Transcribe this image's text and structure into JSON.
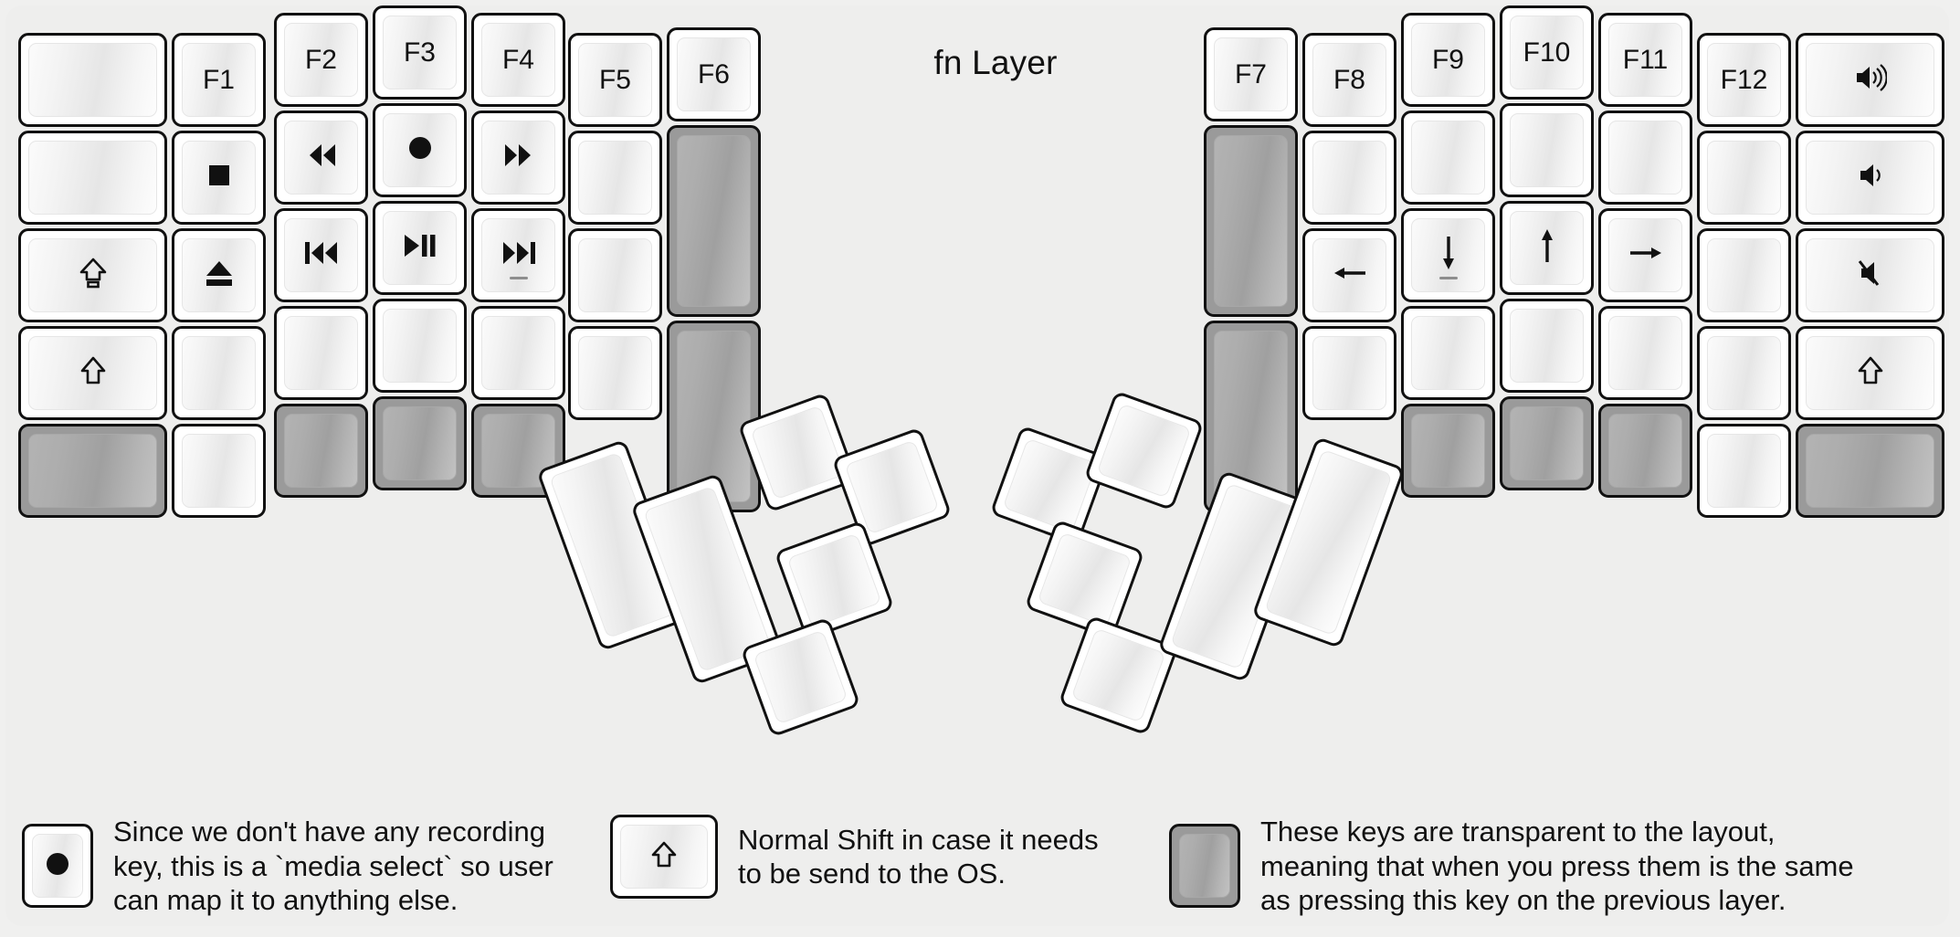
{
  "page": {
    "title": "fn Layer",
    "background_color": "#efefee",
    "key_fill_color": "#ffffff",
    "transparent_key_color": "#9a9a9a",
    "outline_color": "#111111"
  },
  "left_half": {
    "columns": [
      {
        "name": "pinky-outer-column",
        "keys": [
          {
            "label": "",
            "icon": "",
            "type": "normal",
            "size": "1.5u"
          },
          {
            "label": "",
            "icon": "",
            "type": "normal",
            "size": "1.5u"
          },
          {
            "label": "",
            "icon": "caps-lock-icon",
            "type": "normal",
            "size": "1.5u"
          },
          {
            "label": "",
            "icon": "shift-icon",
            "type": "normal",
            "size": "1.5u"
          },
          {
            "label": "",
            "icon": "",
            "type": "transparent",
            "size": "1u"
          }
        ]
      },
      {
        "name": "pinky-column",
        "keys": [
          {
            "label": "F1",
            "icon": "",
            "type": "normal"
          },
          {
            "label": "",
            "icon": "media-stop-icon",
            "type": "normal"
          },
          {
            "label": "",
            "icon": "media-eject-icon",
            "type": "normal"
          },
          {
            "label": "",
            "icon": "",
            "type": "normal"
          },
          {
            "label": "",
            "icon": "",
            "type": "normal"
          }
        ]
      },
      {
        "name": "ring-column",
        "keys": [
          {
            "label": "F2",
            "icon": "",
            "type": "normal"
          },
          {
            "label": "",
            "icon": "media-rewind-icon",
            "type": "normal"
          },
          {
            "label": "",
            "icon": "media-prev-track-icon",
            "type": "normal"
          },
          {
            "label": "",
            "icon": "",
            "type": "normal"
          },
          {
            "label": "",
            "icon": "",
            "type": "transparent"
          }
        ]
      },
      {
        "name": "middle-column",
        "keys": [
          {
            "label": "F3",
            "icon": "",
            "type": "normal"
          },
          {
            "label": "",
            "icon": "media-record-icon",
            "type": "normal"
          },
          {
            "label": "",
            "icon": "media-play-pause-icon",
            "type": "normal"
          },
          {
            "label": "",
            "icon": "",
            "type": "normal"
          },
          {
            "label": "",
            "icon": "",
            "type": "transparent"
          }
        ]
      },
      {
        "name": "index-column",
        "keys": [
          {
            "label": "F4",
            "icon": "",
            "type": "normal"
          },
          {
            "label": "",
            "icon": "media-fast-forward-icon",
            "type": "normal"
          },
          {
            "label": "",
            "icon": "media-next-track-icon",
            "type": "normal",
            "homing": true
          },
          {
            "label": "",
            "icon": "",
            "type": "normal"
          },
          {
            "label": "",
            "icon": "",
            "type": "transparent"
          }
        ]
      },
      {
        "name": "inner-index-column",
        "keys": [
          {
            "label": "F5",
            "icon": "",
            "type": "normal"
          },
          {
            "label": "",
            "icon": "",
            "type": "normal"
          },
          {
            "label": "",
            "icon": "",
            "type": "normal"
          },
          {
            "label": "",
            "icon": "",
            "type": "normal"
          }
        ]
      },
      {
        "name": "inner-column",
        "keys": [
          {
            "label": "F6",
            "icon": "",
            "type": "normal"
          },
          {
            "label": "",
            "icon": "",
            "type": "transparent",
            "size": "2u"
          },
          {
            "label": "",
            "icon": "",
            "type": "transparent",
            "size": "2u"
          }
        ]
      }
    ]
  },
  "right_half": {
    "columns": [
      {
        "name": "inner-column",
        "keys": [
          {
            "label": "F7",
            "icon": "",
            "type": "normal"
          },
          {
            "label": "",
            "icon": "",
            "type": "transparent",
            "size": "2u"
          },
          {
            "label": "",
            "icon": "",
            "type": "transparent",
            "size": "2u"
          }
        ]
      },
      {
        "name": "inner-index-column",
        "keys": [
          {
            "label": "F8",
            "icon": "",
            "type": "normal"
          },
          {
            "label": "",
            "icon": "",
            "type": "normal"
          },
          {
            "label": "",
            "icon": "arrow-left-icon",
            "type": "normal"
          },
          {
            "label": "",
            "icon": "",
            "type": "normal"
          }
        ]
      },
      {
        "name": "index-column",
        "keys": [
          {
            "label": "F9",
            "icon": "",
            "type": "normal"
          },
          {
            "label": "",
            "icon": "",
            "type": "normal"
          },
          {
            "label": "",
            "icon": "arrow-down-icon",
            "type": "normal",
            "homing": true
          },
          {
            "label": "",
            "icon": "",
            "type": "normal"
          },
          {
            "label": "",
            "icon": "",
            "type": "transparent"
          }
        ]
      },
      {
        "name": "middle-column",
        "keys": [
          {
            "label": "F10",
            "icon": "",
            "type": "normal"
          },
          {
            "label": "",
            "icon": "",
            "type": "normal"
          },
          {
            "label": "",
            "icon": "arrow-up-icon",
            "type": "normal"
          },
          {
            "label": "",
            "icon": "",
            "type": "normal"
          },
          {
            "label": "",
            "icon": "",
            "type": "transparent"
          }
        ]
      },
      {
        "name": "ring-column",
        "keys": [
          {
            "label": "F11",
            "icon": "",
            "type": "normal"
          },
          {
            "label": "",
            "icon": "",
            "type": "normal"
          },
          {
            "label": "",
            "icon": "arrow-right-icon",
            "type": "normal"
          },
          {
            "label": "",
            "icon": "",
            "type": "normal"
          },
          {
            "label": "",
            "icon": "",
            "type": "transparent"
          }
        ]
      },
      {
        "name": "pinky-column",
        "keys": [
          {
            "label": "F12",
            "icon": "",
            "type": "normal"
          },
          {
            "label": "",
            "icon": "",
            "type": "normal"
          },
          {
            "label": "",
            "icon": "",
            "type": "normal"
          },
          {
            "label": "",
            "icon": "",
            "type": "normal"
          },
          {
            "label": "",
            "icon": "",
            "type": "normal"
          }
        ]
      },
      {
        "name": "pinky-outer-column",
        "keys": [
          {
            "label": "",
            "icon": "volume-up-icon",
            "type": "normal",
            "size": "1.5u"
          },
          {
            "label": "",
            "icon": "volume-down-icon",
            "type": "normal",
            "size": "1.5u"
          },
          {
            "label": "",
            "icon": "volume-mute-icon",
            "type": "normal",
            "size": "1.5u"
          },
          {
            "label": "",
            "icon": "shift-icon",
            "type": "normal",
            "size": "1.5u"
          },
          {
            "label": "",
            "icon": "",
            "type": "transparent",
            "size": "1u"
          }
        ]
      }
    ]
  },
  "left_thumb_cluster": {
    "name": "left-thumb-cluster",
    "keys": [
      {
        "icon": "",
        "type": "normal",
        "size": "2u"
      },
      {
        "icon": "",
        "type": "normal",
        "size": "2u"
      },
      {
        "icon": "",
        "type": "normal",
        "size": "1u"
      },
      {
        "icon": "",
        "type": "normal",
        "size": "1u"
      },
      {
        "icon": "",
        "type": "normal",
        "size": "1u"
      },
      {
        "icon": "",
        "type": "normal",
        "size": "1u"
      }
    ]
  },
  "right_thumb_cluster": {
    "name": "right-thumb-cluster",
    "keys": [
      {
        "icon": "",
        "type": "normal",
        "size": "1u"
      },
      {
        "icon": "",
        "type": "normal",
        "size": "1u"
      },
      {
        "icon": "",
        "type": "normal",
        "size": "1u"
      },
      {
        "icon": "",
        "type": "normal",
        "size": "1u"
      },
      {
        "icon": "",
        "type": "normal",
        "size": "2u"
      },
      {
        "icon": "",
        "type": "normal",
        "size": "2u"
      }
    ]
  },
  "legend": [
    {
      "key_icon": "media-record-icon",
      "key_type": "normal",
      "note": "Since we don't have any recording\nkey, this is a `media select` so user\ncan map it to anything else."
    },
    {
      "key_icon": "shift-icon",
      "key_type": "normal",
      "note": "Normal Shift in case it needs\nto be send to the OS."
    },
    {
      "key_icon": "",
      "key_type": "transparent",
      "note": "These keys are transparent to the layout,\nmeaning that when you press them is the same\nas pressing this key on the previous layer."
    }
  ]
}
